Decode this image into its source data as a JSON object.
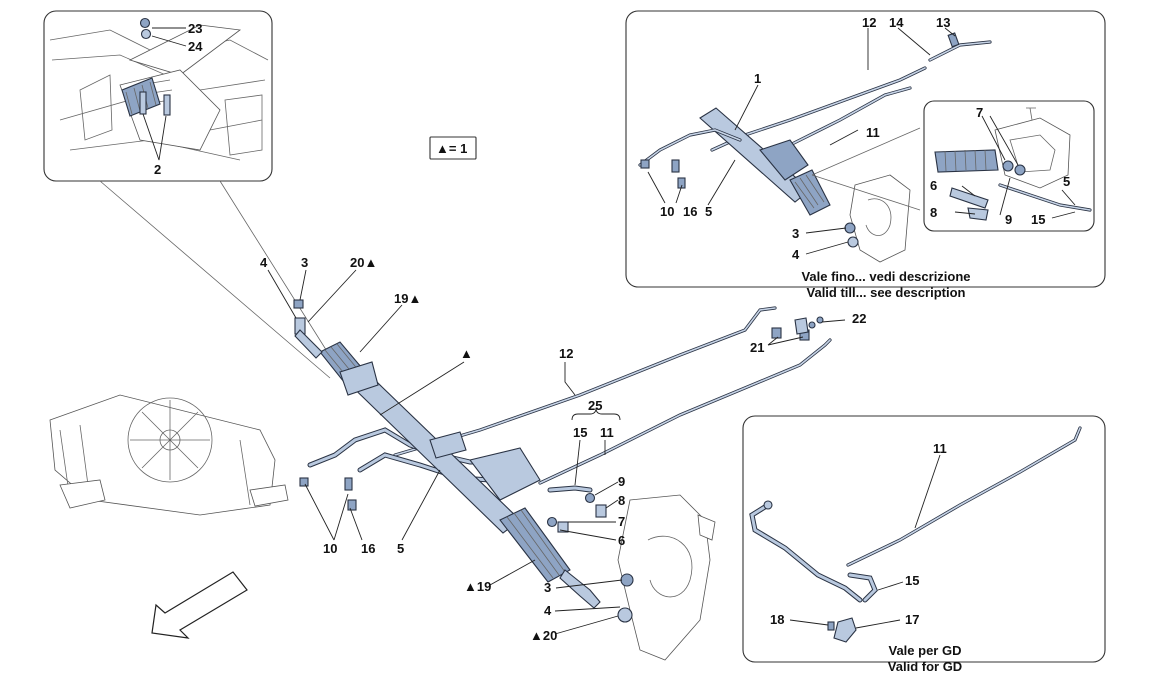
{
  "legend": {
    "text": "▲= 1"
  },
  "labels": {
    "l23": "23",
    "l24": "24",
    "l2": "2",
    "l4a": "4",
    "l3a": "3",
    "l20a": "20▲",
    "l19a": "19▲",
    "ltri": "▲",
    "l12a": "12",
    "l25": "25",
    "l15a": "15",
    "l11a": "11",
    "l9a": "9",
    "l8a": "8",
    "l7a": "7",
    "l6a": "6",
    "l10a": "10",
    "l16a": "16",
    "l5a": "5",
    "l19b": "▲19",
    "l3b": "3",
    "l4b": "4",
    "l20b": "▲20",
    "l22": "22",
    "l21": "21",
    "r12": "12",
    "r14": "14",
    "r13": "13",
    "r1": "1",
    "r11": "11",
    "r7": "7",
    "r6": "6",
    "r8": "8",
    "r9": "9",
    "r5b": "5",
    "r15": "15",
    "r10": "10",
    "r16": "16",
    "r5": "5",
    "r3": "3",
    "r4": "4",
    "g11": "11",
    "g15": "15",
    "g18": "18",
    "g17": "17"
  },
  "captions": {
    "valid_till_it": "Vale fino... vedi descrizione",
    "valid_till_en": "Valid till... see description",
    "valid_gd_it": "Vale per GD",
    "valid_gd_en": "Valid for GD"
  },
  "colors": {
    "part_fill": "#b9c9df",
    "outline": "#2a3344"
  }
}
